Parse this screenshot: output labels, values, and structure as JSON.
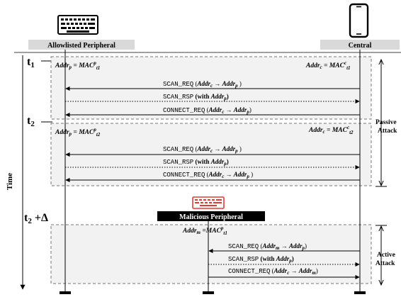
{
  "participants": {
    "allowlisted": "Allowlisted Peripheral",
    "central": "Central",
    "malicious": "Malicious Peripheral"
  },
  "axis": {
    "time_label": "Time"
  },
  "time_marks": {
    "t1": "t",
    "t1_sub": "1",
    "t2": "t",
    "t2_sub": "2",
    "t3": "t",
    "t3_sub": "2",
    "t3_suffix": " +Δ"
  },
  "phases": {
    "passive": {
      "label_line1": "Passive",
      "label_line2": "Attack"
    },
    "active": {
      "label_line1": "Active",
      "label_line2": "Attack"
    }
  },
  "blocks": [
    {
      "left_addr": {
        "base": "Addr",
        "sub": "p",
        "eq": " = MAC",
        "sup": "p",
        "sub2": "t1"
      },
      "right_addr": {
        "base": "Addr",
        "sub": "c",
        "eq": " = MAC",
        "sup": "c",
        "sub2": "t1"
      },
      "messages": [
        {
          "name": "SCAN_REQ",
          "pre": " (",
          "a": "Addr",
          "asub": "c",
          "arrow": " → ",
          "b": "Addr",
          "bsub": "p",
          "post": " )",
          "dir": "left",
          "style": "solid"
        },
        {
          "name": "SCAN_RSP",
          "pre": " (with ",
          "a": "Addr",
          "asub": "p",
          "arrow": "",
          "b": "",
          "bsub": "",
          "post": ")",
          "dir": "right",
          "style": "dotted"
        },
        {
          "name": "CONNECT_REQ",
          "pre": " (",
          "a": "Addr",
          "asub": "c",
          "arrow": " → ",
          "b": "Addr",
          "bsub": "p",
          "post": ")",
          "dir": "left",
          "style": "solid"
        }
      ]
    },
    {
      "left_addr": {
        "base": "Addr",
        "sub": "p",
        "eq": " = MAC",
        "sup": "p",
        "sub2": "t2"
      },
      "right_addr": {
        "base": "Addr",
        "sub": "c",
        "eq": " = MAC",
        "sup": "c",
        "sub2": "t2"
      },
      "messages": [
        {
          "name": "SCAN_REQ",
          "pre": " (",
          "a": "Addr",
          "asub": "c",
          "arrow": " → ",
          "b": "Addr",
          "bsub": "p",
          "post": " )",
          "dir": "left",
          "style": "solid"
        },
        {
          "name": "SCAN_RSP",
          "pre": " (with ",
          "a": "Addr",
          "asub": "p",
          "arrow": "",
          "b": "",
          "bsub": "",
          "post": ")",
          "dir": "right",
          "style": "dotted"
        },
        {
          "name": "CONNECT_REQ",
          "pre": " (",
          "a": "Addr",
          "asub": "c",
          "arrow": " → ",
          "b": "Addr",
          "bsub": "p",
          "post": " )",
          "dir": "left",
          "style": "solid"
        }
      ]
    },
    {
      "center_addr": {
        "base": "Addr",
        "sub": "m",
        "eq": " =MAC",
        "sup": "p",
        "sub2": "t1"
      },
      "messages": [
        {
          "name": "SCAN_REQ",
          "pre": " (",
          "a": "Addr",
          "asub": "m",
          "arrow": " → ",
          "b": "Addr",
          "bsub": "p",
          "post": ")",
          "dir": "left",
          "style": "solid"
        },
        {
          "name": "SCAN_RSP",
          "pre": " (with ",
          "a": "Addr",
          "asub": "p",
          "arrow": "",
          "b": "",
          "bsub": "",
          "post": ")",
          "dir": "right",
          "style": "dotted"
        },
        {
          "name": "CONNECT_REQ",
          "pre": " (",
          "a": "Addr",
          "asub": "c",
          "arrow": " → ",
          "b": "Addr",
          "bsub": "m",
          "post": ")",
          "dir": "right",
          "style": "solid"
        }
      ]
    }
  ],
  "colors": {
    "block_fill": "#f2f2f2",
    "header_fill": "#d9d9d9",
    "malicious_header": "#000000",
    "malicious_icon": "#e53935",
    "line": "#000000"
  },
  "icons": {
    "allowlisted": "keyboard-icon",
    "central": "smartphone-icon",
    "malicious": "keyboard-icon"
  }
}
